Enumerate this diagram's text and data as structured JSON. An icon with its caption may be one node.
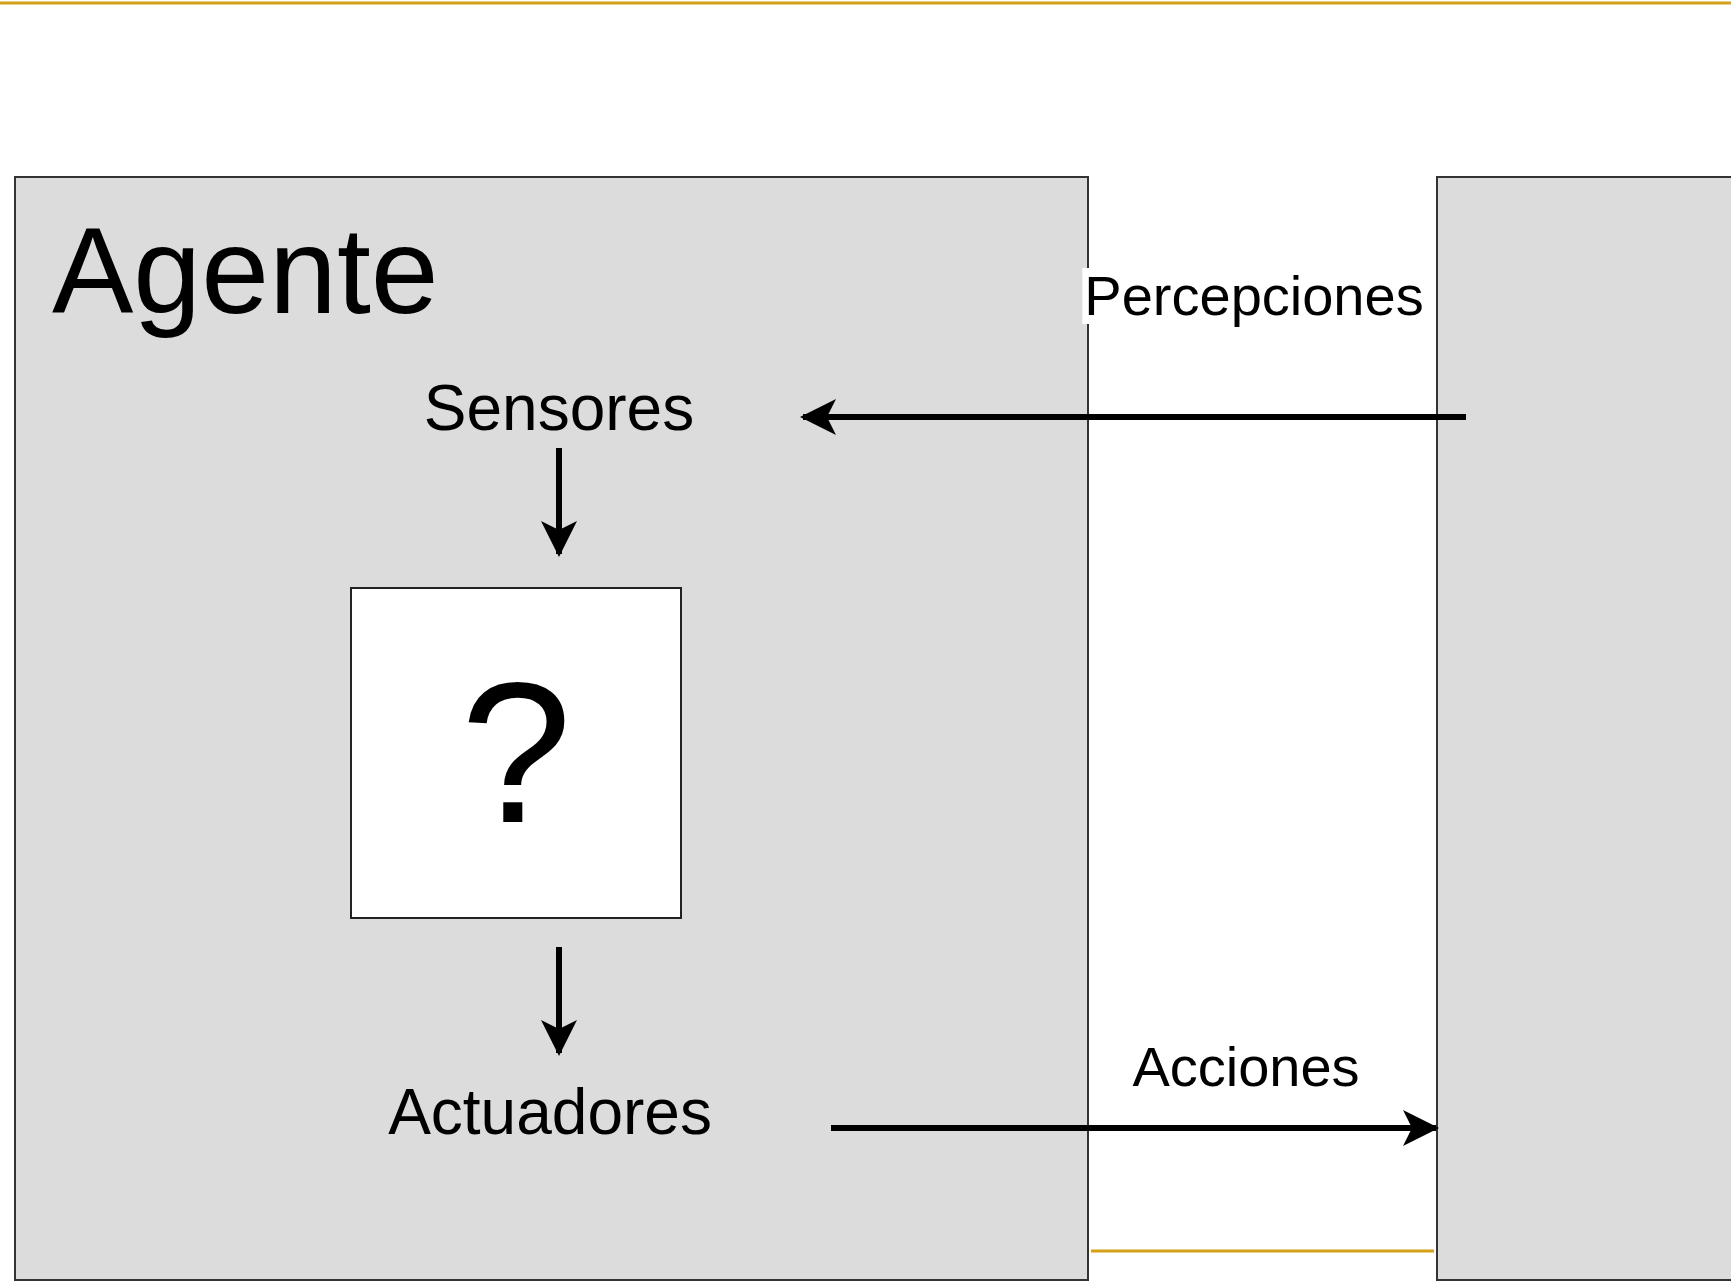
{
  "diagram": {
    "nodes": [
      {
        "text": [
          "Agente"
        ]
      },
      {
        "text": [
          "Sensores"
        ],
        "in": 0
      },
      {
        "text": [
          "?"
        ],
        "in": 0
      },
      {
        "text": [
          "Actuadores"
        ],
        "in": 0
      },
      {
        "text": [],
        "shape": "box"
      }
    ],
    "edges": [
      {
        "from": 1,
        "to": 2,
        "arrow": "to"
      },
      {
        "from": 2,
        "to": 3,
        "arrow": "to"
      },
      {
        "from": 4,
        "to": 1,
        "arrow": "to",
        "label": "Percepciones"
      },
      {
        "from": 3,
        "to": 4,
        "arrow": "to",
        "label": "Acciones"
      }
    ]
  }
}
